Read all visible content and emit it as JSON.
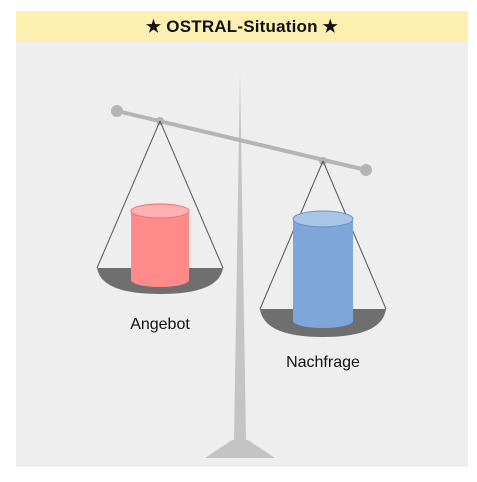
{
  "banner": {
    "title": "★ OSTRAL-Situation ★"
  },
  "scale": {
    "left_pan_label": "Angebot",
    "right_pan_label": "Nachfrage",
    "tilt": "right-side-down"
  },
  "colors": {
    "background": "#eeeeee",
    "banner": "#fcefb0",
    "stand": "#c4c4c4",
    "beam": "#b4b4b4",
    "pan": "#6f6f6f",
    "supply_cylinder": "#ff8a8a",
    "demand_cylinder": "#7ea6d8"
  }
}
